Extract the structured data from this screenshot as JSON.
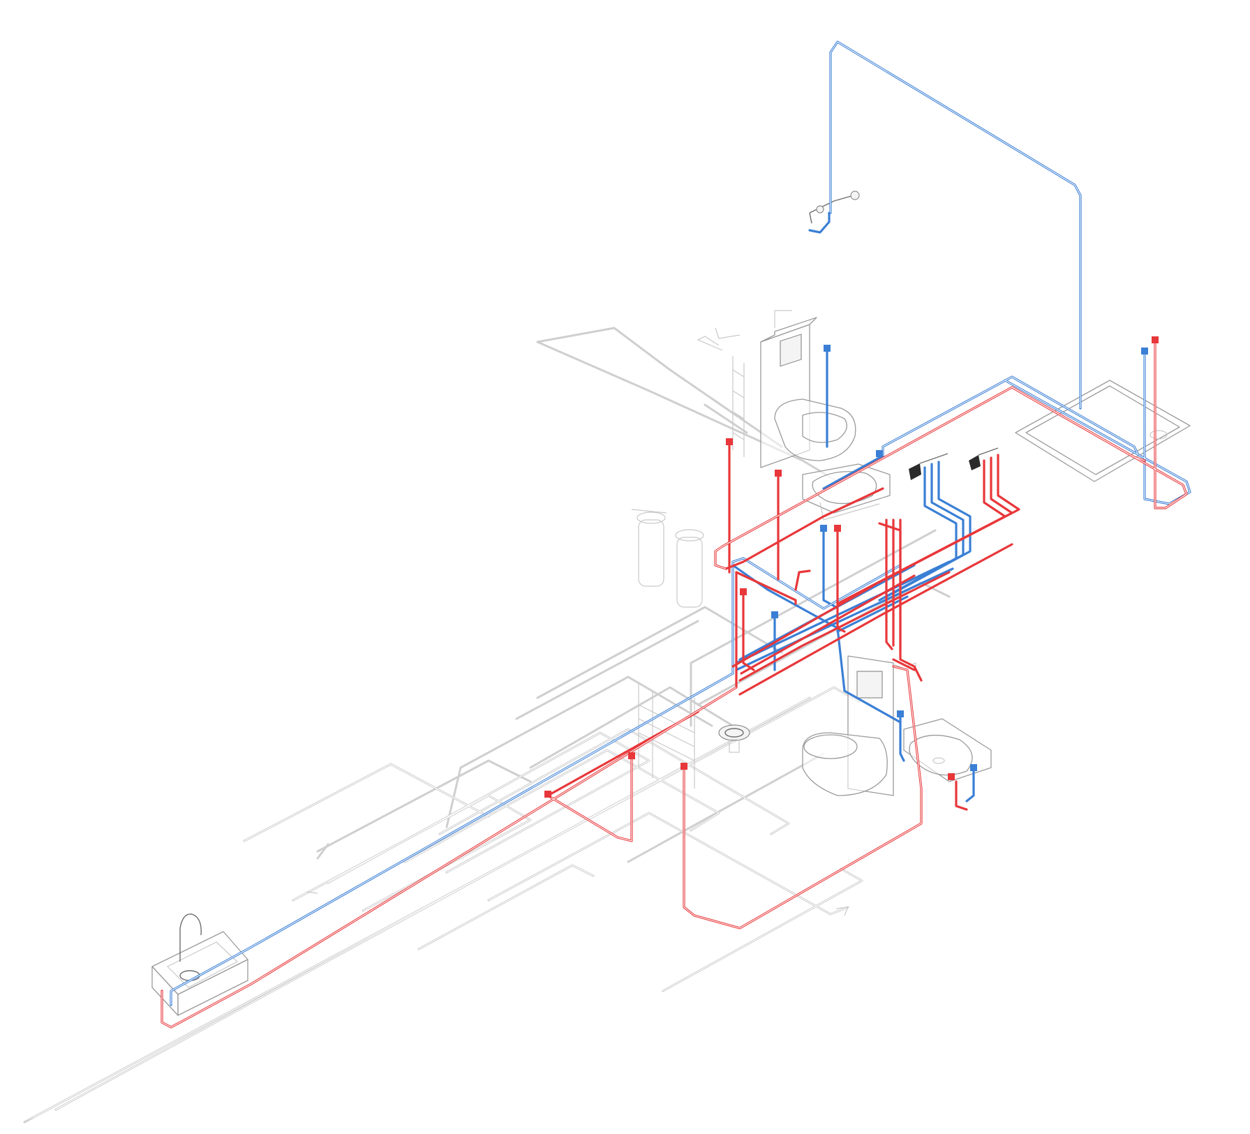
{
  "diagram": {
    "type": "isometric plumbing scheme",
    "colors": {
      "cold_water": "#3a7fd5",
      "hot_water": "#e8373a",
      "drainage": "#cfcfcf",
      "fixtures": "#9a9a9a",
      "background": "#ffffff"
    },
    "systems": [
      "cold-water-supply",
      "hot-water-supply",
      "drainage"
    ],
    "fixtures": [
      "wall-hung-toilet-upper",
      "wall-hung-toilet-lower",
      "washbasin-upper",
      "washbasin-lower",
      "kitchen-sink",
      "shower-tray",
      "towel-rail-upper",
      "towel-rail-lower",
      "floor-drain",
      "water-filters",
      "manifold-cold",
      "manifold-hot",
      "shower-valve"
    ]
  }
}
